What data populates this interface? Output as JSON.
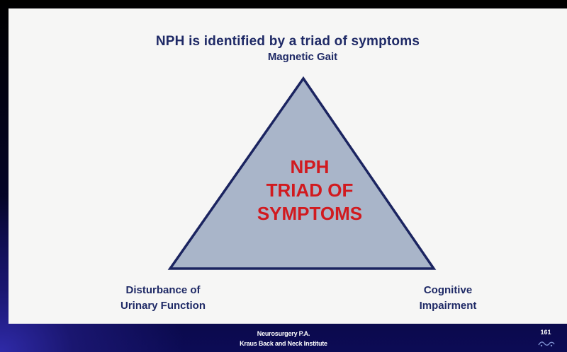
{
  "slide": {
    "title": "NPH is identified by a triad of symptoms",
    "vertices": {
      "top": "Magnetic Gait",
      "left_line1": "Disturbance of",
      "left_line2": "Urinary Function",
      "right_line1": "Cognitive",
      "right_line2": "Impairment"
    },
    "center": {
      "line1": "NPH",
      "line2": "TRIAD OF",
      "line3": "SYMPTOMS"
    }
  },
  "footer": {
    "line1": "Neurosurgery P.A.",
    "line2": "Kraus Back and Neck Institute",
    "page_number": "161"
  },
  "colors": {
    "title_text": "#1f2a66",
    "triangle_fill": "#a9b5c9",
    "triangle_stroke": "#1b2460",
    "center_text": "#d11a1f",
    "slide_background": "#f6f6f5",
    "frame_background": "#000000"
  }
}
